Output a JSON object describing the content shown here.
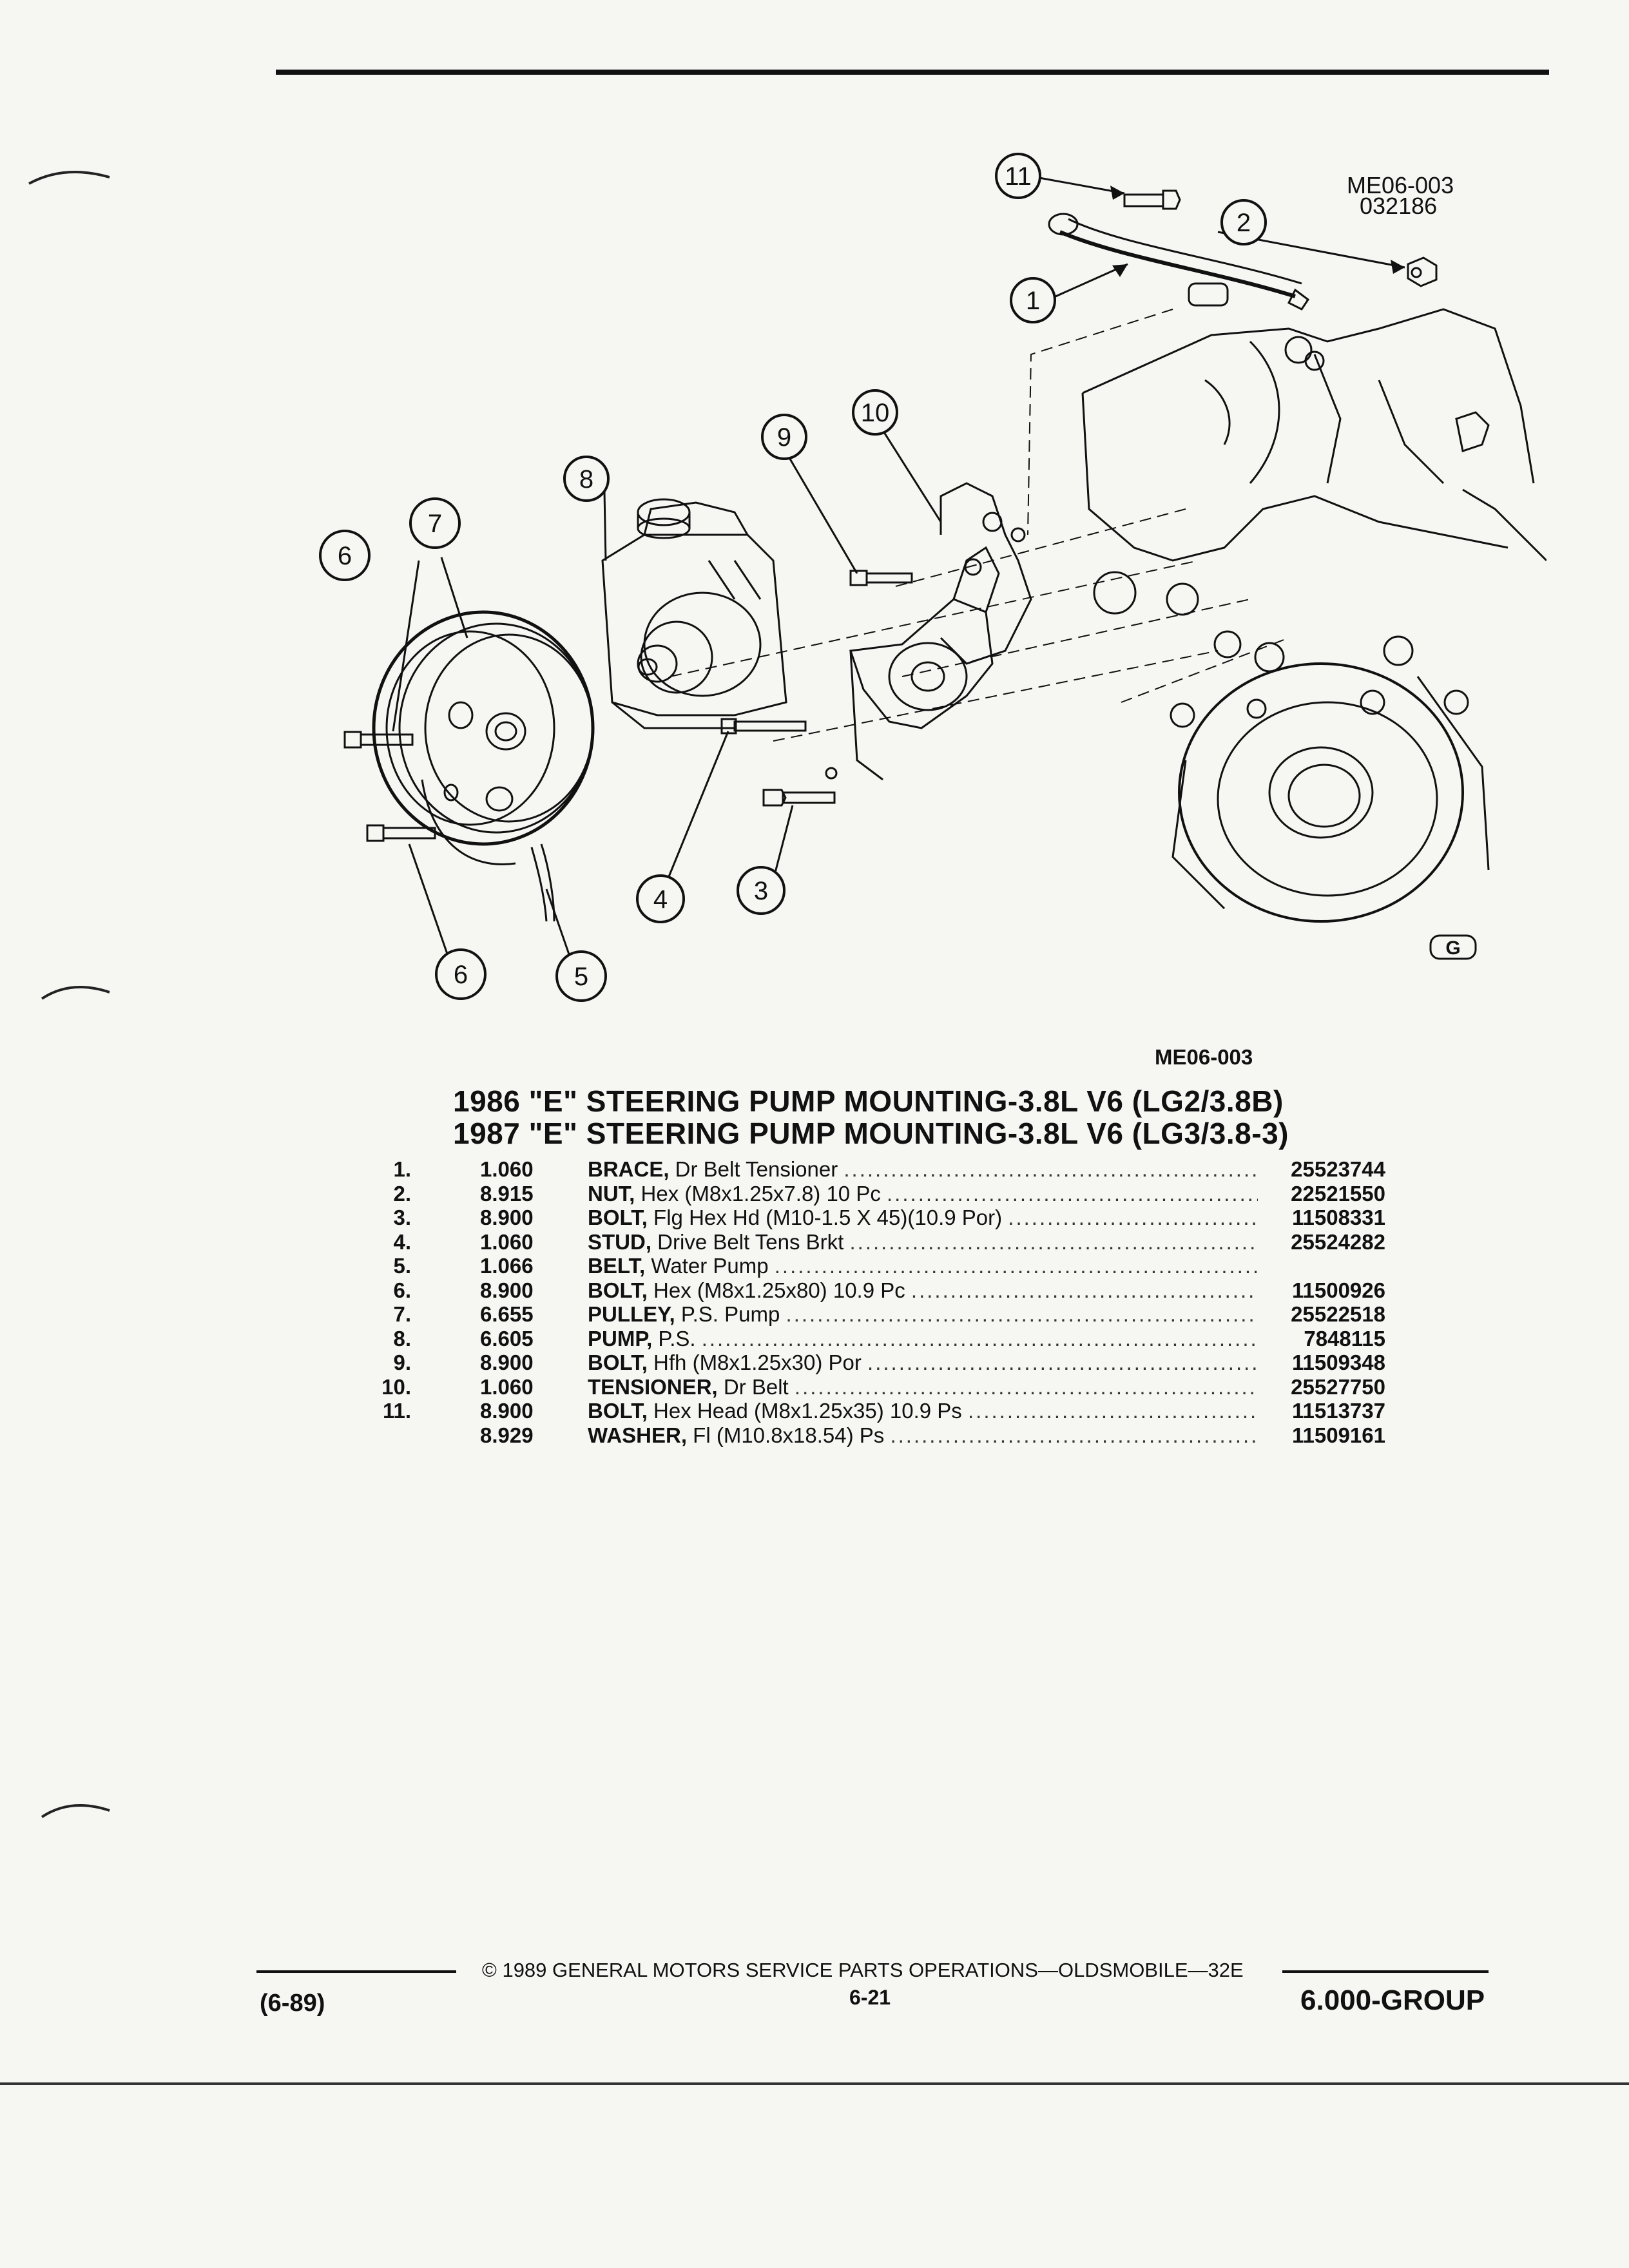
{
  "diagram": {
    "code_top": "ME06-003",
    "date_top": "032186",
    "callouts": [
      "11",
      "2",
      "1",
      "9",
      "10",
      "8",
      "7",
      "6",
      "6",
      "5",
      "4",
      "3"
    ],
    "g_logo": "G"
  },
  "figure_code": "ME06-003",
  "titles": [
    "1986 \"E\" STEERING PUMP MOUNTING-3.8L V6 (LG2/3.8B)",
    "1987 \"E\" STEERING PUMP MOUNTING-3.8L V6 (LG3/3.8-3)"
  ],
  "parts": [
    {
      "num": "1.",
      "group": "1.060",
      "name": "BRACE,",
      "desc": " Dr Belt Tensioner",
      "part": "25523744"
    },
    {
      "num": "2.",
      "group": "8.915",
      "name": "NUT,",
      "desc": " Hex (M8x1.25x7.8) 10 Pc",
      "part": "22521550"
    },
    {
      "num": "3.",
      "group": "8.900",
      "name": "BOLT,",
      "desc": " Flg Hex Hd (M10-1.5 X 45)(10.9 Por)",
      "part": "11508331"
    },
    {
      "num": "4.",
      "group": "1.060",
      "name": "STUD,",
      "desc": " Drive Belt Tens Brkt",
      "part": "25524282"
    },
    {
      "num": "5.",
      "group": "1.066",
      "name": "BELT,",
      "desc": " Water Pump",
      "part": ""
    },
    {
      "num": "6.",
      "group": "8.900",
      "name": "BOLT,",
      "desc": " Hex (M8x1.25x80) 10.9 Pc",
      "part": "11500926"
    },
    {
      "num": "7.",
      "group": "6.655",
      "name": "PULLEY,",
      "desc": " P.S. Pump",
      "part": "25522518"
    },
    {
      "num": "8.",
      "group": "6.605",
      "name": "PUMP,",
      "desc": " P.S.",
      "part": "7848115"
    },
    {
      "num": "9.",
      "group": "8.900",
      "name": "BOLT,",
      "desc": " Hfh (M8x1.25x30) Por",
      "part": "11509348"
    },
    {
      "num": "10.",
      "group": "1.060",
      "name": "TENSIONER,",
      "desc": " Dr Belt",
      "part": "25527750"
    },
    {
      "num": "11.",
      "group": "8.900",
      "name": "BOLT,",
      "desc": " Hex Head (M8x1.25x35) 10.9 Ps",
      "part": "11513737"
    },
    {
      "num": "",
      "group": "8.929",
      "name": "WASHER,",
      "desc": " Fl (M10.8x18.54) Ps",
      "part": "11509161"
    }
  ],
  "footer": {
    "copyright": "© 1989 GENERAL MOTORS SERVICE PARTS OPERATIONS—OLDSMOBILE—32E",
    "date": "(6-89)",
    "page": "6-21",
    "group": "6.000-GROUP"
  }
}
